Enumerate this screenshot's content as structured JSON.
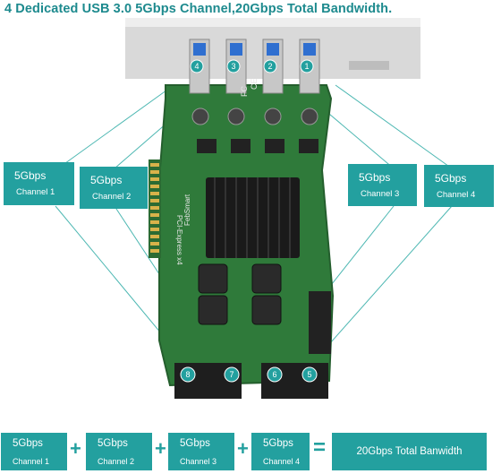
{
  "headline": "4 Dedicated USB 3.0 5Gbps Channel,20Gbps Total Bandwidth.",
  "channels": [
    {
      "speed": "5Gbps",
      "name": "Channel 1"
    },
    {
      "speed": "5Gbps",
      "name": "Channel 2"
    },
    {
      "speed": "5Gbps",
      "name": "Channel 3"
    },
    {
      "speed": "5Gbps",
      "name": "Channel 4"
    }
  ],
  "port_numbers": [
    "4",
    "3",
    "2",
    "1",
    "8",
    "7",
    "6",
    "5"
  ],
  "board_text": {
    "brand": "FebSmart",
    "bus": "PCI-Express x4",
    "fc": "FC",
    "ce": "CE"
  },
  "summary": {
    "plus_sign": "+",
    "equals_sign": "=",
    "total": "20Gbps Total Banwidth"
  },
  "colors": {
    "accent": "#23a09f",
    "headline": "#1d8a8e",
    "pcb": "#2f7a3a",
    "heatsink": "#1a1a1a"
  }
}
